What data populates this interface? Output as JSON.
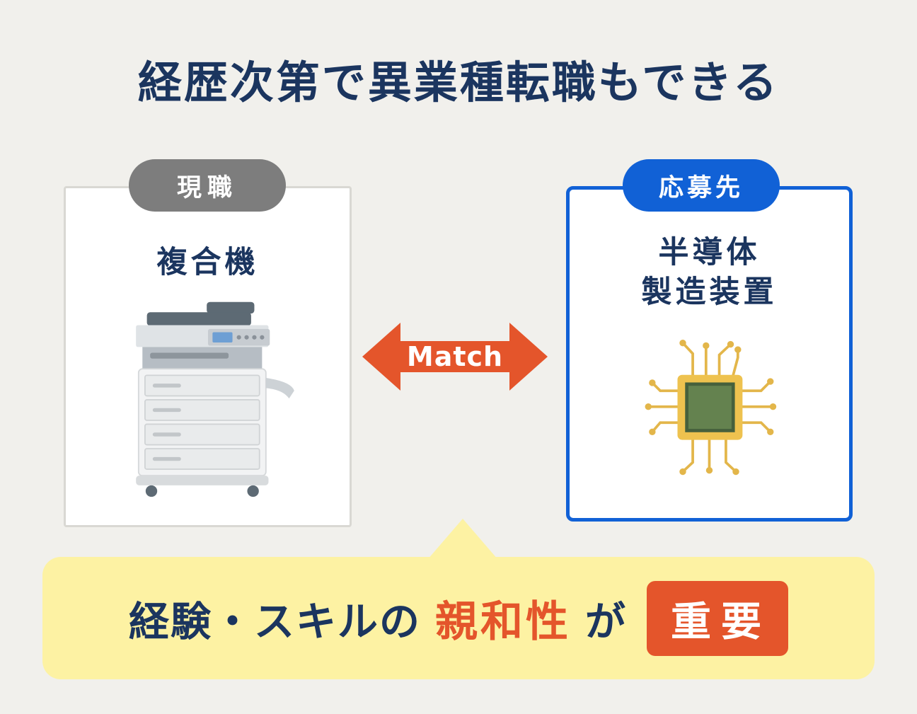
{
  "title": "経歴次第で異業種転職もできる",
  "current_job": {
    "badge": "現職",
    "label": "複合機",
    "icon": "copier-illustration"
  },
  "target_job": {
    "badge": "応募先",
    "label_line1": "半導体",
    "label_line2": "製造装置",
    "icon": "semiconductor-chip-illustration"
  },
  "match": {
    "label": "Match"
  },
  "banner": {
    "text_prefix": "経験・スキルの",
    "text_highlight": "親和性",
    "text_particle": "が",
    "text_badge": "重要"
  },
  "colors": {
    "background": "#f1f0ec",
    "navy": "#1b355f",
    "gray_badge": "#7d7d7d",
    "blue": "#1161d6",
    "orange": "#e4552b",
    "yellow": "#fdf2a3",
    "chip_gold": "#e3b64a",
    "chip_green": "#64824f"
  }
}
